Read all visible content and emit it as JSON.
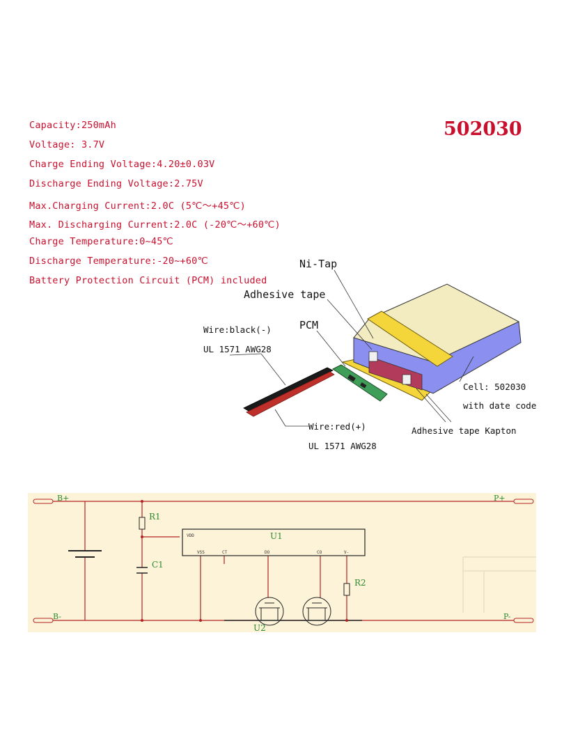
{
  "model": "502030",
  "specs": [
    "Capacity:250mAh",
    "Voltage: 3.7V",
    "Charge Ending Voltage:4.20±0.03V",
    "Discharge Ending Voltage:2.75V",
    "Max.Charging Current:2.0C (5℃～+45℃)",
    "Max. Discharging Current:2.0C (-20℃～+60℃)",
    "Charge Temperature:0~45℃",
    "Discharge Temperature:-20~+60℃",
    "Battery Protection Circuit (PCM) included"
  ],
  "battery_labels": {
    "ni_tap": "Ni-Tap",
    "adhesive_tape": "Adhesive tape",
    "pcm": "PCM",
    "wire_black": "Wire:black(-)",
    "wire_black_spec": "UL 1571 AWG28",
    "wire_red": "Wire:red(+)",
    "wire_red_spec": "UL 1571 AWG28",
    "cell": "Cell:  502030",
    "cell_date": "with date code",
    "kapton": "Adhesive tape Kapton"
  },
  "schematic": {
    "b_plus": "B+",
    "b_minus": "B-",
    "p_plus": "P+",
    "p_minus": "P-",
    "r1": "R1",
    "r2": "R2",
    "c1": "C1",
    "u1": "U1",
    "u2": "U2",
    "pin_vdd": "VDD",
    "pin_ct": "CT",
    "pin_do": "DO",
    "pin_co": "CO",
    "pin_v": "V-"
  },
  "colors": {
    "spec_text": "#c8102e",
    "schematic_bg": "#fdf3d8",
    "schematic_line": "#b22222",
    "schematic_text": "#2d8a2d",
    "cell_top": "#f2ecc0",
    "cell_side": "#8a8ff0",
    "tape_yellow": "#f5d63a",
    "pcm_green": "#3f9e58"
  }
}
